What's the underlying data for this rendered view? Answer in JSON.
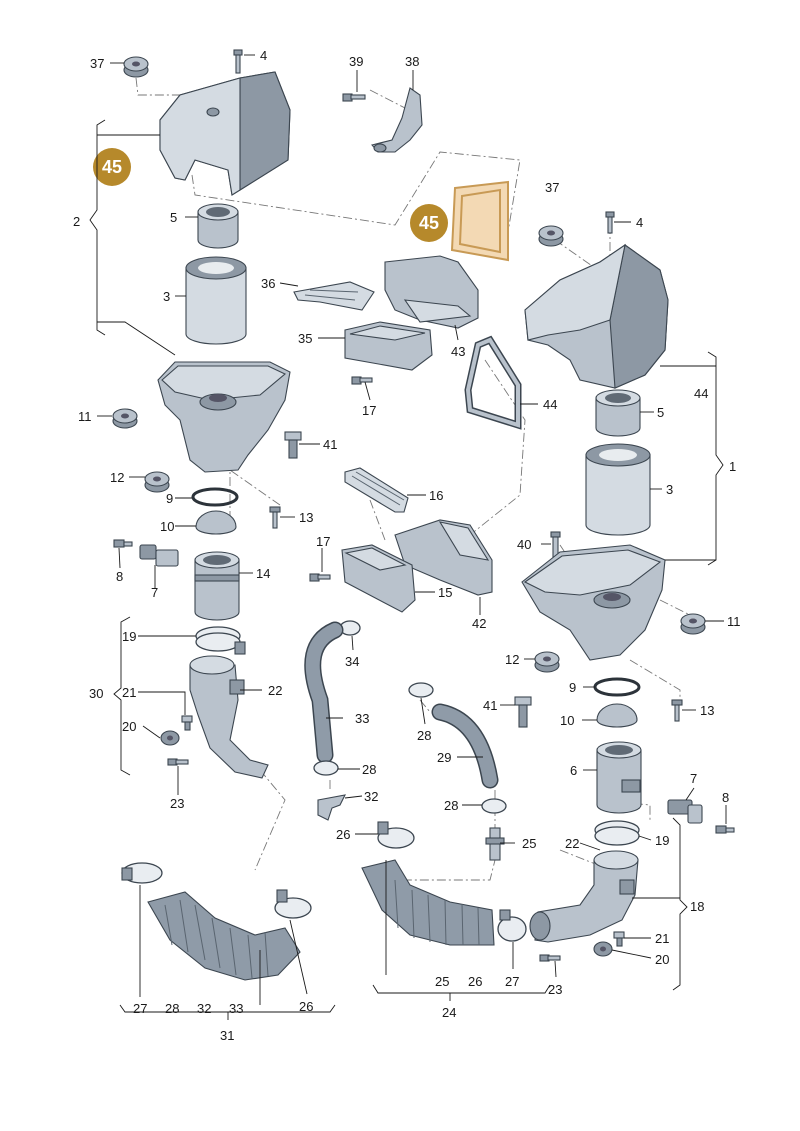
{
  "diagram": {
    "badge": "45",
    "labels": {
      "n1": "1",
      "n2": "2",
      "n3": "3",
      "n4": "4",
      "n5": "5",
      "n6": "6",
      "n7": "7",
      "n8": "8",
      "n9": "9",
      "n10": "10",
      "n11": "11",
      "n12": "12",
      "n13": "13",
      "n14": "14",
      "n15": "15",
      "n16": "16",
      "n17": "17",
      "n18": "18",
      "n19": "19",
      "n20": "20",
      "n21": "21",
      "n22": "22",
      "n23": "23",
      "n24": "24",
      "n25": "25",
      "n26": "26",
      "n27": "27",
      "n28": "28",
      "n29": "29",
      "n30": "30",
      "n31": "31",
      "n32": "32",
      "n33": "33",
      "n34": "34",
      "n35": "35",
      "n36": "36",
      "n37": "37",
      "n38": "38",
      "n39": "39",
      "n40": "40",
      "n41": "41",
      "n42": "42",
      "n43": "43",
      "n44": "44"
    },
    "colors": {
      "badge": "#b6892b",
      "highlight": "#f3d9b4",
      "part": "#b9c2cc",
      "ink": "#1a1a1a"
    }
  }
}
